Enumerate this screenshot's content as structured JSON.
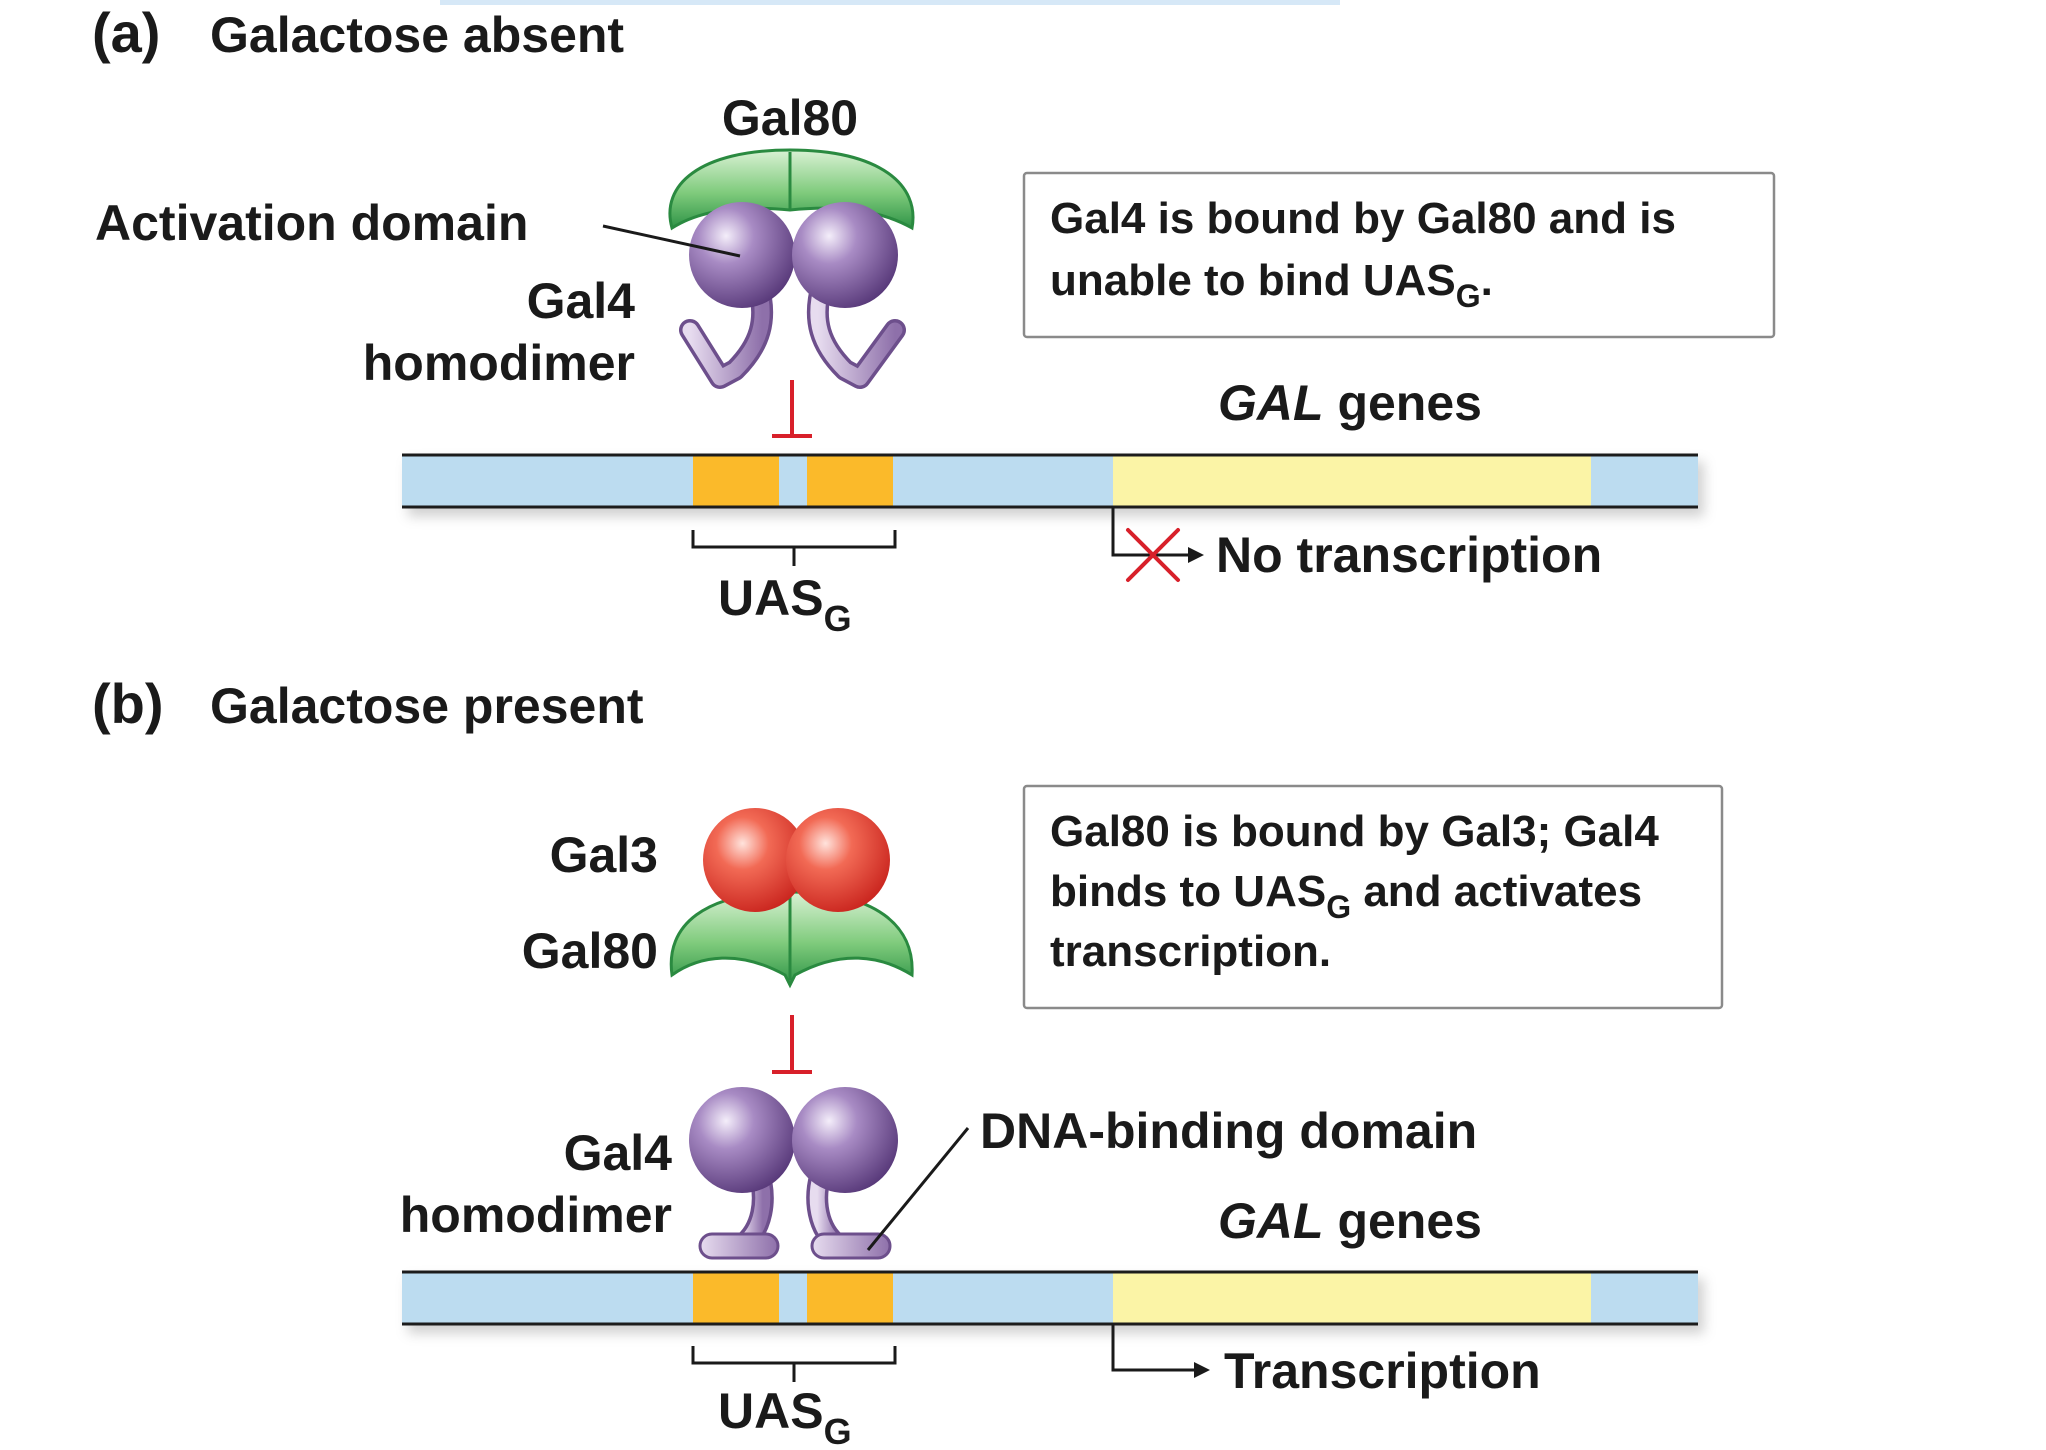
{
  "panel_a": {
    "tag": "(a)",
    "title": "Galactose absent",
    "gal80_label": "Gal80",
    "activation_label": "Activation domain",
    "gal4_label_1": "Gal4",
    "gal4_label_2": "homodimer",
    "box_line1": "Gal4 is bound by Gal80 and is",
    "box_line2_pre": "unable to bind UAS",
    "box_line2_sub": "G",
    "box_line2_post": ".",
    "genes_italic": "GAL",
    "genes_rest": " genes",
    "uas_main": "UAS",
    "uas_sub": "G",
    "transcription_label": "No transcription"
  },
  "panel_b": {
    "tag": "(b)",
    "title": "Galactose present",
    "gal3_label": "Gal3",
    "gal80_label": "Gal80",
    "gal4_label_1": "Gal4",
    "gal4_label_2": "homodimer",
    "dna_binding_label": "DNA-binding domain",
    "box_line1": "Gal80 is bound by Gal3; Gal4",
    "box_line2_pre": "binds to UAS",
    "box_line2_sub": "G",
    "box_line2_post": " and activates",
    "box_line3": "transcription.",
    "genes_italic": "GAL",
    "genes_rest": " genes",
    "uas_main": "UAS",
    "uas_sub": "G",
    "transcription_label": "Transcription"
  },
  "colors": {
    "dna": "#bcdcf0",
    "uas": "#fbba2c",
    "genes": "#fbf4a6",
    "gal4": "#7b5a98",
    "gal80": "#3aa655",
    "gal3": "#e8403a",
    "inhibit": "#d8202a"
  }
}
